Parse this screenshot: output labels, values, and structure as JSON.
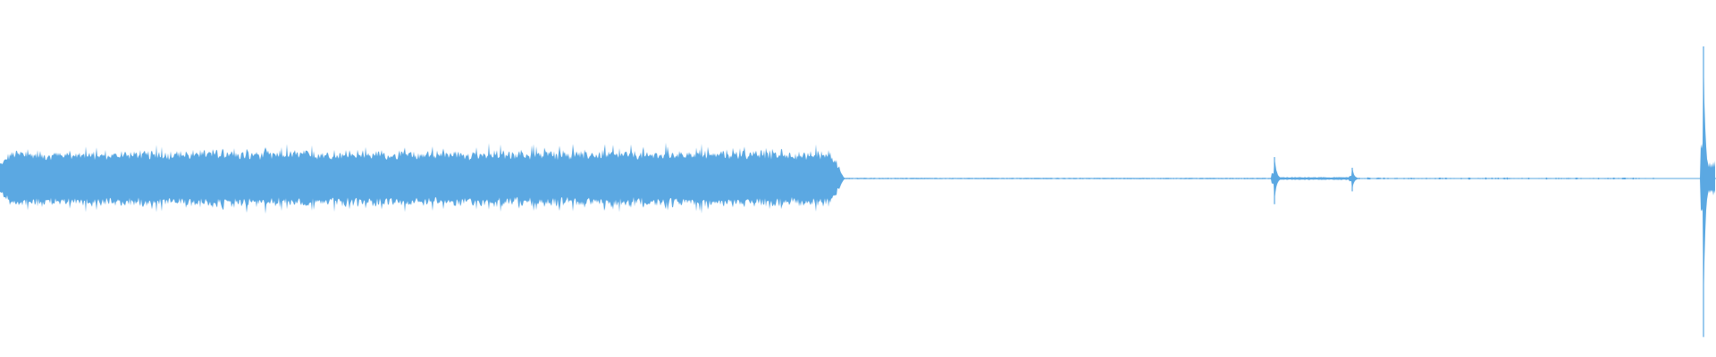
{
  "waveform": {
    "color": "#5ba8e2",
    "background": "#ffffff",
    "segments": [
      {
        "kind": "loud-noise",
        "start": 0.0,
        "end": 0.492,
        "amplitude": 0.075,
        "onset": 0.006,
        "release": 0.008
      },
      {
        "kind": "silence",
        "start": 0.492,
        "end": 0.742,
        "amplitude": 0.002
      },
      {
        "kind": "transient",
        "at": 0.7425,
        "amplitude": 0.06
      },
      {
        "kind": "low-hum",
        "start": 0.743,
        "end": 0.788,
        "amplitude": 0.004
      },
      {
        "kind": "transient",
        "at": 0.788,
        "amplitude": 0.03
      },
      {
        "kind": "sparse-ticks",
        "start": 0.79,
        "end": 0.965,
        "amplitude": 0.003
      },
      {
        "kind": "transient",
        "at": 0.9925,
        "amplitude": 0.37
      },
      {
        "kind": "loud-noise",
        "start": 0.992,
        "end": 1.0,
        "amplitude": 0.04,
        "onset": 0.0005,
        "release": 0.0
      }
    ]
  }
}
